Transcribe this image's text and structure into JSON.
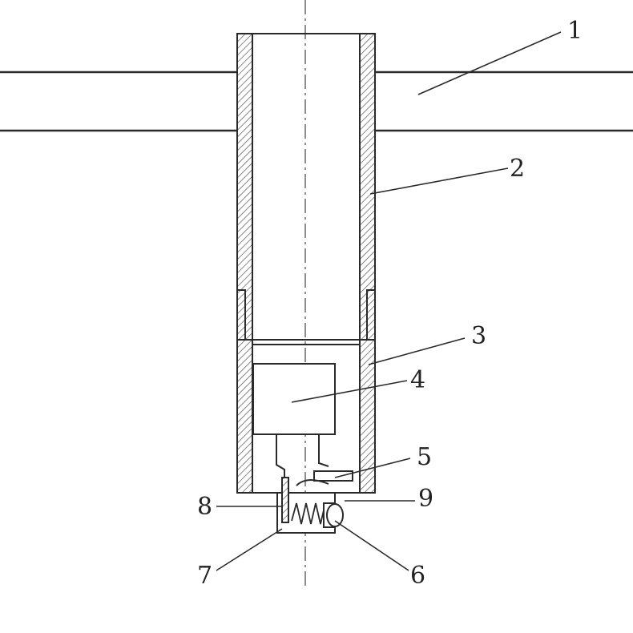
{
  "callouts": {
    "label_1": "1",
    "label_2": "2",
    "label_3": "3",
    "label_4": "4",
    "label_5": "5",
    "label_6": "6",
    "label_7": "7",
    "label_8": "8",
    "label_9": "9"
  },
  "colors": {
    "line": "#2a2a2a",
    "hatch": "#555555",
    "background": "#ffffff"
  }
}
